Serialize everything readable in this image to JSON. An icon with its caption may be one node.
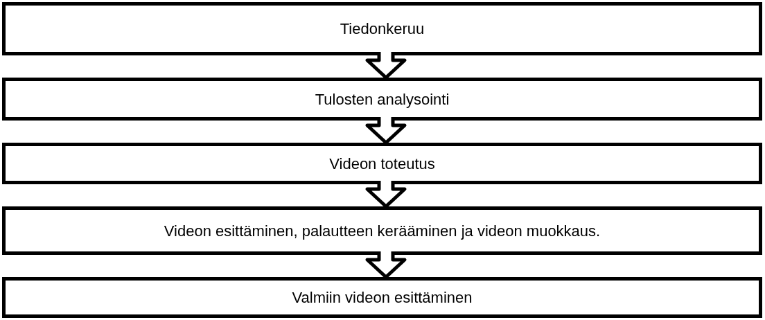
{
  "diagram": {
    "nodes": [
      {
        "text": [
          "Tiedonkeruu"
        ]
      },
      {
        "text": [
          "Tulosten analysointi"
        ]
      },
      {
        "text": [
          "Videon toteutus"
        ]
      },
      {
        "text": [
          "Videon esittäminen, palautteen kerääminen ja videon muokkaus."
        ]
      },
      {
        "text": [
          "Valmiin videon esittäminen"
        ]
      }
    ],
    "edges": [
      {
        "from": 0,
        "to": 1,
        "arrow": "to"
      },
      {
        "from": 1,
        "to": 2,
        "arrow": "to"
      },
      {
        "from": 2,
        "to": 3,
        "arrow": "to"
      },
      {
        "from": 3,
        "to": 4,
        "arrow": "to"
      }
    ]
  }
}
